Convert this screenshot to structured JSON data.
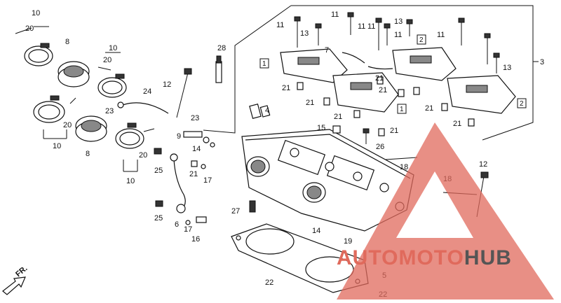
{
  "callouts": {
    "c1": "10",
    "c2": "20",
    "c3": "8",
    "c4": "10",
    "c5": "20",
    "c6": "28",
    "c7": "24",
    "c8": "12",
    "c9": "23",
    "c10": "23",
    "c11": "20",
    "c12": "10",
    "c13": "8",
    "c14": "20",
    "c15": "10",
    "c16": "9",
    "c17": "14",
    "c18": "25",
    "c19": "21",
    "c20": "17",
    "c21": "4",
    "c22": "15",
    "c23": "25",
    "c24": "6",
    "c25": "17",
    "c26": "16",
    "c27": "27",
    "c28": "14",
    "c29": "19",
    "c30": "22",
    "c31": "22",
    "c32": "5",
    "c33": "11",
    "c34": "13",
    "c35": "11",
    "c36": "11",
    "c37": "11",
    "c38": "13",
    "c39": "11",
    "c40": "11",
    "c41": "7",
    "c42": "21",
    "c43": "21",
    "c44": "21",
    "c45": "21",
    "c46": "21",
    "c47": "21",
    "c48": "21",
    "c49": "21",
    "c50": "26",
    "c51": "18",
    "c52": "18",
    "c53": "12",
    "c54": "13",
    "c55": "3"
  },
  "boxed": {
    "b1": "1",
    "b2": "2",
    "b3": "1",
    "b4": "2"
  },
  "watermark": {
    "part1": "AUTOMOTO",
    "part2": "HUB"
  },
  "direction_label": "FR.",
  "colors": {
    "watermark_red": "#e06a5c",
    "watermark_gray": "#555555",
    "ink": "#111111"
  }
}
